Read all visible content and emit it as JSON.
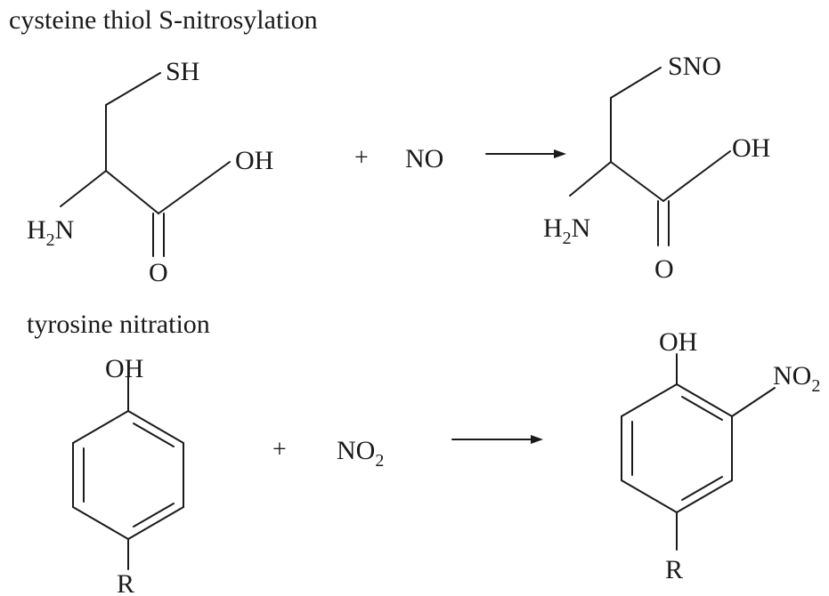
{
  "cysteine": {
    "title": "cysteine thiol S-nitrosylation",
    "reactant": {
      "thiol": "SH",
      "hydroxyl": "OH",
      "amine_h": "H",
      "amine_sub": "2",
      "amine_n": "N",
      "carbonyl_o": "O"
    },
    "plus": "+",
    "reagent": "NO",
    "product": {
      "nitrosothiol": "SNO",
      "hydroxyl": "OH",
      "amine_h": "H",
      "amine_sub": "2",
      "amine_n": "N",
      "carbonyl_o": "O"
    }
  },
  "tyrosine": {
    "title": "tyrosine nitration",
    "reactant": {
      "hydroxyl": "OH",
      "r_group": "R"
    },
    "plus": "+",
    "reagent_main": "NO",
    "reagent_sub": "2",
    "product": {
      "hydroxyl": "OH",
      "nitro_main": "NO",
      "nitro_sub": "2",
      "r_group": "R"
    }
  },
  "colors": {
    "ink": "#1a1a1a",
    "background": "#ffffff"
  }
}
